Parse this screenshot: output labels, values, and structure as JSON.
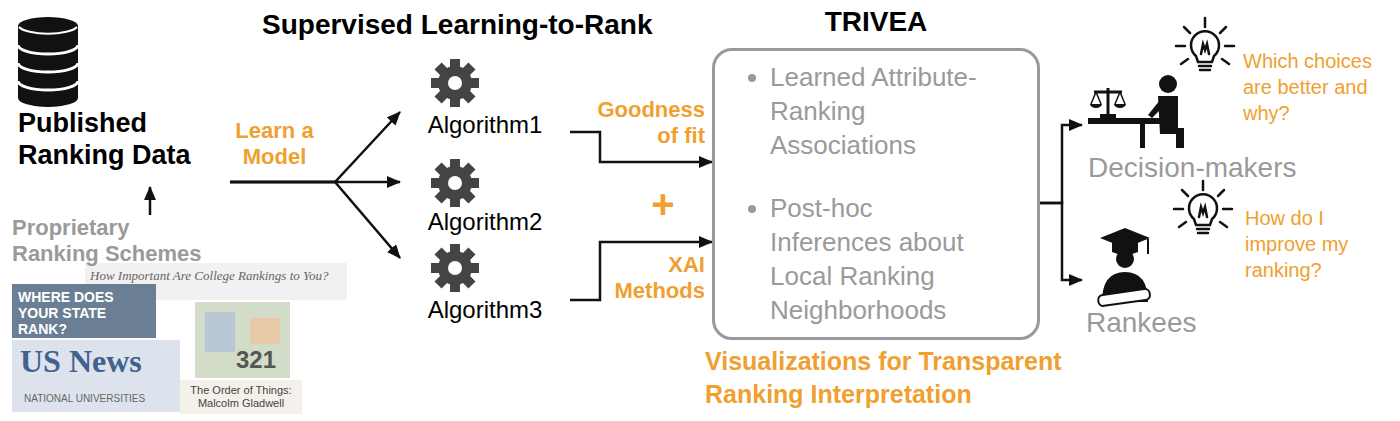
{
  "diagram": {
    "nodes": [
      {
        "text": [
          "Published Ranking Data"
        ]
      },
      {
        "text": [
          "Proprietary Ranking Schemes"
        ]
      },
      {
        "text": [
          "Algorithm1"
        ]
      },
      {
        "text": [
          "Algorithm2"
        ]
      },
      {
        "text": [
          "Algorithm3"
        ]
      },
      {
        "text": [
          "TRIVEA",
          "Learned Attribute-Ranking Associations",
          "Post-hoc Inferences about Local Ranking Neighborhoods",
          "Visualizations for Transparent Ranking Interpretation"
        ]
      },
      {
        "text": [
          "Decision-makers"
        ]
      },
      {
        "text": [
          "Rankees"
        ]
      }
    ],
    "edges": [
      {
        "from": 1,
        "to": 0,
        "arrow": "to"
      },
      {
        "from": 0,
        "to": 2,
        "arrow": "to"
      },
      {
        "from": 0,
        "to": 3,
        "label": "Learn a Model",
        "arrow": "to"
      },
      {
        "from": 0,
        "to": 4,
        "arrow": "to"
      },
      {
        "from": 2,
        "to": 5,
        "label": "Goodness of fit",
        "arrow": "to"
      },
      {
        "from": 4,
        "to": 5,
        "label": "XAI Methods",
        "arrow": "to"
      },
      {
        "from": 5,
        "to": 6,
        "arrow": "to"
      },
      {
        "from": 5,
        "to": 7,
        "arrow": "to"
      }
    ],
    "labels": [
      "Supervised Learning-to-Rank",
      "+",
      "Which choices are better and why?",
      "How do I improve my ranking?",
      "How Important Are College Rankings to You?",
      "WHERE DOES YOUR STATE RANK?",
      "US News",
      "NATIONAL UNIVERSITIES",
      "321",
      "The Order of Things: Malcolm Gladwell"
    ]
  }
}
